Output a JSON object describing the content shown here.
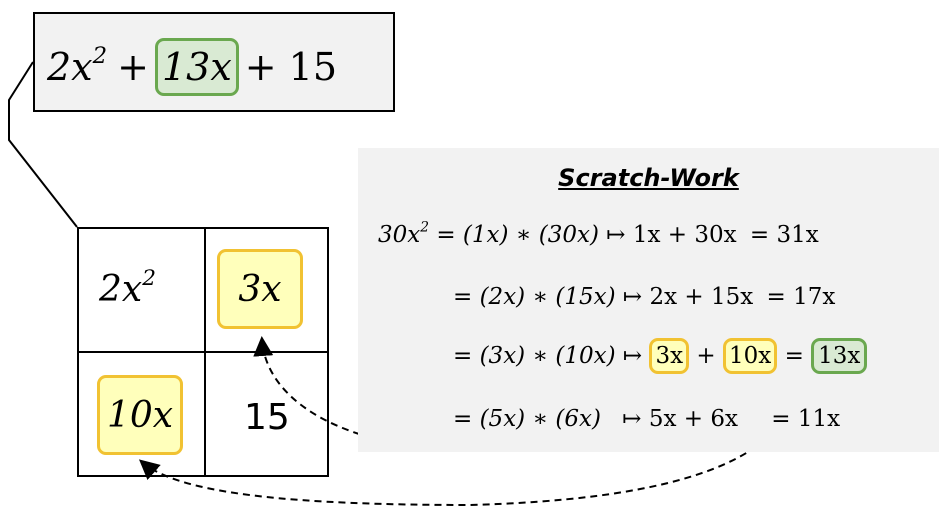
{
  "expression": {
    "term1": "2x",
    "term1_exp": "2",
    "plus1": "+",
    "middle": "13x",
    "plus2": "+ 15"
  },
  "grid": {
    "top_left": "2x",
    "top_left_exp": "2",
    "top_right": "3x",
    "bottom_left": "10x",
    "bottom_right": "15"
  },
  "scratch": {
    "title": "Scratch-Work",
    "row1": {
      "lhs": "30x",
      "lhs_exp": "2",
      "eq": "= (1x) ∗ (30x)",
      "arrow": "↦",
      "sum": "1x + 30x",
      "result": "= 31x"
    },
    "row2": {
      "eq": "= (2x) ∗ (15x)",
      "arrow": "↦",
      "sum": "2x + 15x",
      "result": "= 17x"
    },
    "row3": {
      "eq": "= (3x) ∗ (10x)",
      "arrow": "↦",
      "a": "3x",
      "plus": "+",
      "b": "10x",
      "equals": "=",
      "result": "13x"
    },
    "row4": {
      "eq": "= (5x) ∗ (6x)",
      "arrow": "↦",
      "sum": "5x + 6x",
      "result": "= 11x"
    }
  },
  "colors": {
    "highlight_green_fill": "#d9ead3",
    "highlight_green_border": "#6aa84f",
    "highlight_yellow_fill": "#ffffbb",
    "highlight_yellow_border": "#f1c232",
    "panel_bg": "#f2f2f2"
  }
}
